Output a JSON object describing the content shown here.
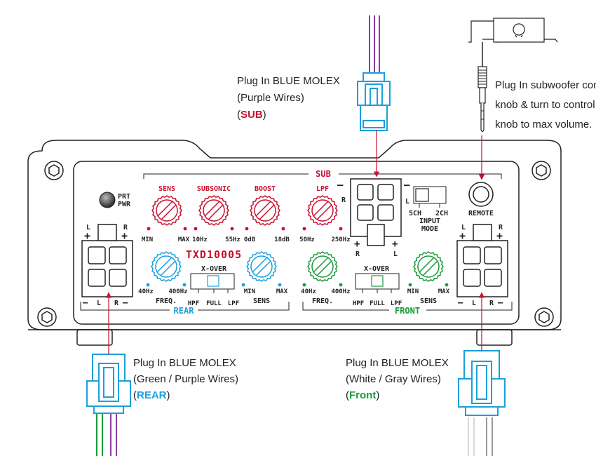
{
  "colors": {
    "red": "#c8102e",
    "blue": "#1aa0dd",
    "green": "#1a9a3a",
    "purple": "#8e3c9e",
    "outline": "#222222",
    "molex": "#1aa0dd"
  },
  "panel": {
    "model": "TXD10005",
    "sub_label": "SUB",
    "rear_label": "REAR",
    "front_label": "FRONT",
    "prt_pwr": [
      "PRT",
      "PWR"
    ],
    "knobs": {
      "sens_sub": {
        "name": "SENS",
        "min": "MIN",
        "max": "MAX"
      },
      "subsonic": {
        "name": "SUBSONIC",
        "min": "10Hz",
        "max": "55Hz"
      },
      "boost": {
        "name": "BOOST",
        "min": "0dB",
        "max": "18dB"
      },
      "lpf": {
        "name": "LPF",
        "min": "50Hz",
        "max": "250Hz"
      },
      "freq_rear": {
        "name": "FREQ.",
        "min": "40Hz",
        "max": "400Hz"
      },
      "sens_rear": {
        "name": "SENS",
        "min": "MIN",
        "max": "MAX"
      },
      "freq_front": {
        "name": "FREQ.",
        "min": "40Hz",
        "max": "400Hz"
      },
      "sens_front": {
        "name": "SENS",
        "min": "MIN",
        "max": "MAX"
      }
    },
    "xover": {
      "title": "X-OVER",
      "hpf": "HPF",
      "full": "FULL",
      "lpf": "LPF"
    },
    "input_mode": {
      "ch5": "5CH",
      "ch2": "2CH",
      "title1": "INPUT",
      "title2": "MODE",
      "l": "L"
    },
    "remote": "REMOTE",
    "signs": {
      "plus": "+",
      "minus": "—",
      "l": "L",
      "r": "R"
    }
  },
  "captions": {
    "sub": {
      "line1": "Plug In BLUE MOLEX",
      "line2": "(Purple Wires)",
      "open": "(",
      "highlight": "SUB",
      "close": ")"
    },
    "remote": {
      "line1": "Plug In subwoofer control",
      "line2": "knob & turn to control",
      "line3": "knob to max volume."
    },
    "rear": {
      "line1": "Plug In BLUE MOLEX",
      "line2": "(Green / Purple Wires)",
      "open": "(",
      "highlight": "REAR",
      "close": ")"
    },
    "front": {
      "line1": "Plug In BLUE MOLEX",
      "line2": "(White / Gray Wires)",
      "open": "(",
      "highlight": "Front",
      "close": ")"
    }
  }
}
